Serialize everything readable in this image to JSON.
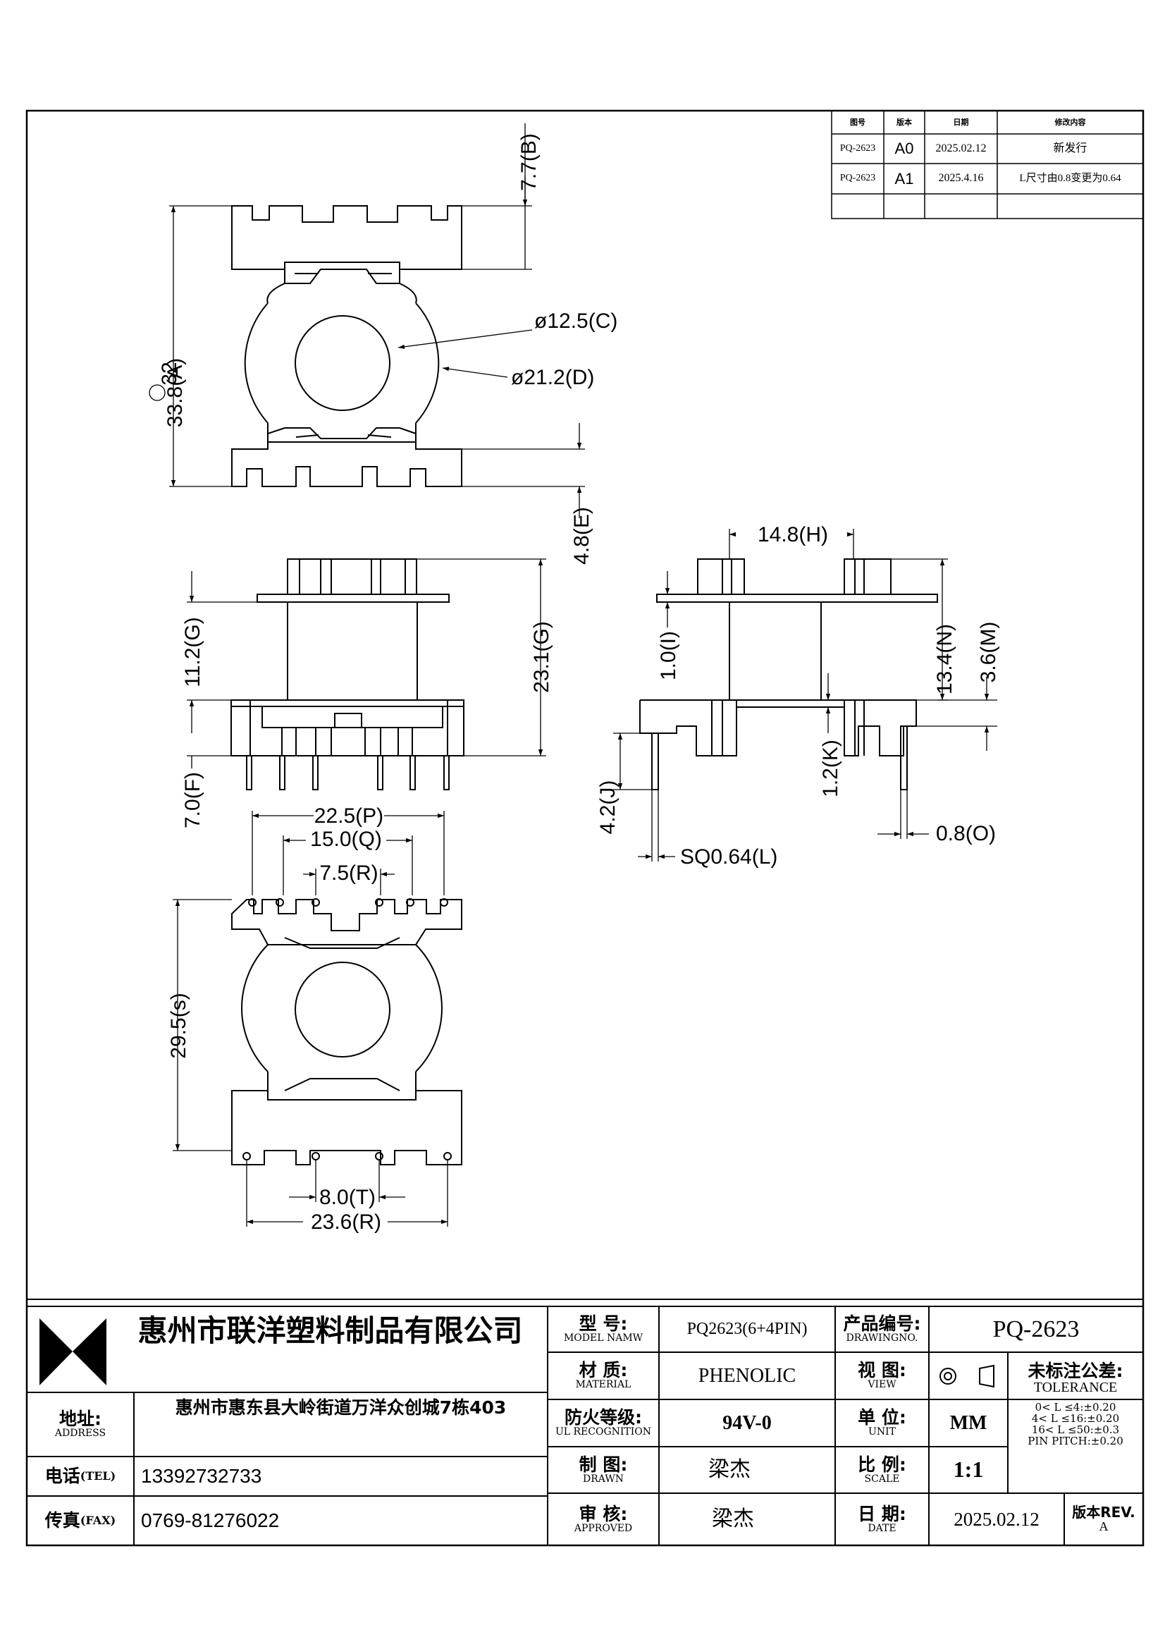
{
  "revision_table": {
    "headers": [
      "图号",
      "版本",
      "日期",
      "修改内容"
    ],
    "rows": [
      {
        "drawing_no": "PQ-2623",
        "version": "A0",
        "date": "2025.02.12",
        "change": "新发行"
      },
      {
        "drawing_no": "PQ-2623",
        "version": "A1",
        "date": "2025.4.16",
        "change": "L尺寸由0.8变更为0.64"
      }
    ]
  },
  "dimensions": {
    "A": "33.8(A)",
    "A2": "32",
    "B": "7.7(B)",
    "C": "ø12.5(C)",
    "D": "ø21.2(D)",
    "E": "4.8(E)",
    "G1": "11.2(G)",
    "G2": "23.1(G)",
    "F": "7.0(F)",
    "H": "14.8(H)",
    "I": "1.0(I)",
    "N": "13.4(N)",
    "M": "3.6(M)",
    "K": "1.2(K)",
    "J": "4.2(J)",
    "L": "SQ0.64(L)",
    "O": "0.8(O)",
    "P": "22.5(P)",
    "Q": "15.0(Q)",
    "R1": "7.5(R)",
    "S": "29.5(s)",
    "T": "8.0(T)",
    "R2": "23.6(R)"
  },
  "title_block": {
    "company": "惠州市联洋塑料制品有限公司",
    "address_label_cn": "地址:",
    "address_label_en": "ADDRESS",
    "address": "惠州市惠东县大岭街道万洋众创城7栋403",
    "tel_label_cn": "电话",
    "tel_label_en": "(TEL)",
    "tel": "13392732733",
    "fax_label_cn": "传真",
    "fax_label_en": "(FAX)",
    "fax": "0769-81276022",
    "model_label_cn": "型  号:",
    "model_label_en": "MODEL NAMW",
    "model": "PQ2623(6+4PIN)",
    "material_label_cn": "材  质:",
    "material_label_en": "MATERIAL",
    "material": "PHENOLIC",
    "fire_label_cn": "防火等级:",
    "fire_label_en": "UL RECOGNITION",
    "fire": "94V-0",
    "drawn_label_cn": "制  图:",
    "drawn_label_en": "DRAWN",
    "drawn": "梁杰",
    "approved_label_cn": "审  核:",
    "approved_label_en": "APPROVED",
    "approved": "梁杰",
    "drawing_no_label_cn": "产品编号:",
    "drawing_no_label_en": "DRAWINGNO.",
    "drawing_no": "PQ-2623",
    "view_label_cn": "视  图:",
    "view_label_en": "VIEW",
    "unit_label_cn": "单  位:",
    "unit_label_en": "UNIT",
    "unit": "MM",
    "scale_label_cn": "比  例:",
    "scale_label_en": "SCALE",
    "scale": "1:1",
    "date_label_cn": "日  期:",
    "date_label_en": "DATE",
    "date": "2025.02.12",
    "tolerance_label_cn": "未标注公差:",
    "tolerance_label_en": "TOLERANCE",
    "tolerance_lines": [
      "0< L ≤4:±0.20",
      "4< L ≤16:±0.20",
      "16< L ≤50:±0.3",
      "PIN PITCH:±0.20"
    ],
    "rev_label": "版本REV.",
    "rev": "A"
  }
}
